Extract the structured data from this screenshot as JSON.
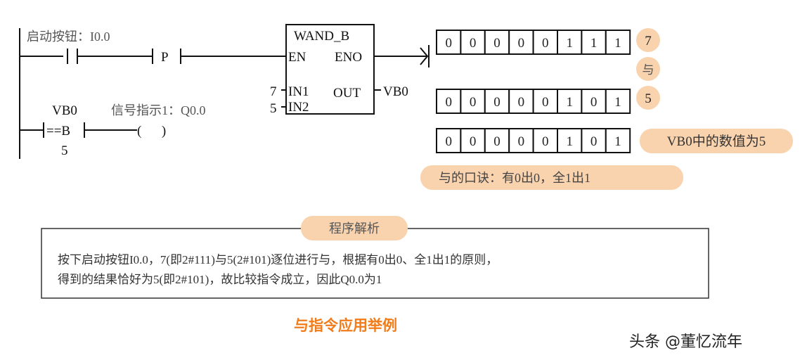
{
  "ladder": {
    "rung1_label": "启动按钮：I0.0",
    "p_contact": "P",
    "block_title": "WAND_B",
    "en": "EN",
    "eno": "ENO",
    "in1": "IN1",
    "in2": "IN2",
    "out": "OUT",
    "in1_value": "7",
    "in2_value": "5",
    "out_target": "VB0",
    "compare_top": "VB0",
    "compare_op": "==B",
    "compare_bottom": "5",
    "coil_label": "信号指示1：Q0.0",
    "coil_symbol": "(      )"
  },
  "bits": {
    "row1": [
      "0",
      "0",
      "0",
      "0",
      "0",
      "1",
      "1",
      "1"
    ],
    "row2": [
      "0",
      "0",
      "0",
      "0",
      "0",
      "1",
      "0",
      "1"
    ],
    "row3": [
      "0",
      "0",
      "0",
      "0",
      "0",
      "1",
      "0",
      "1"
    ],
    "badge1": "7",
    "badge_and": "与",
    "badge2": "5",
    "result_pill": "VB0中的数值为5",
    "rule_pill": "与的口诀：有0出0，全1出1"
  },
  "analysis": {
    "title": "程序解析",
    "line1": "按下启动按钮I0.0，7(即2#111)与5(2#101)逐位进行与，根据有0出0、全1出1的原则，",
    "line2": "得到的结果恰好为5(即2#101)，故比较指令成立，因此Q0.0为1"
  },
  "caption": "与指令应用举例",
  "watermark": "头条 @董忆流年",
  "colors": {
    "accent_pill": "#f9d3ae",
    "caption": "#f07c1c"
  }
}
